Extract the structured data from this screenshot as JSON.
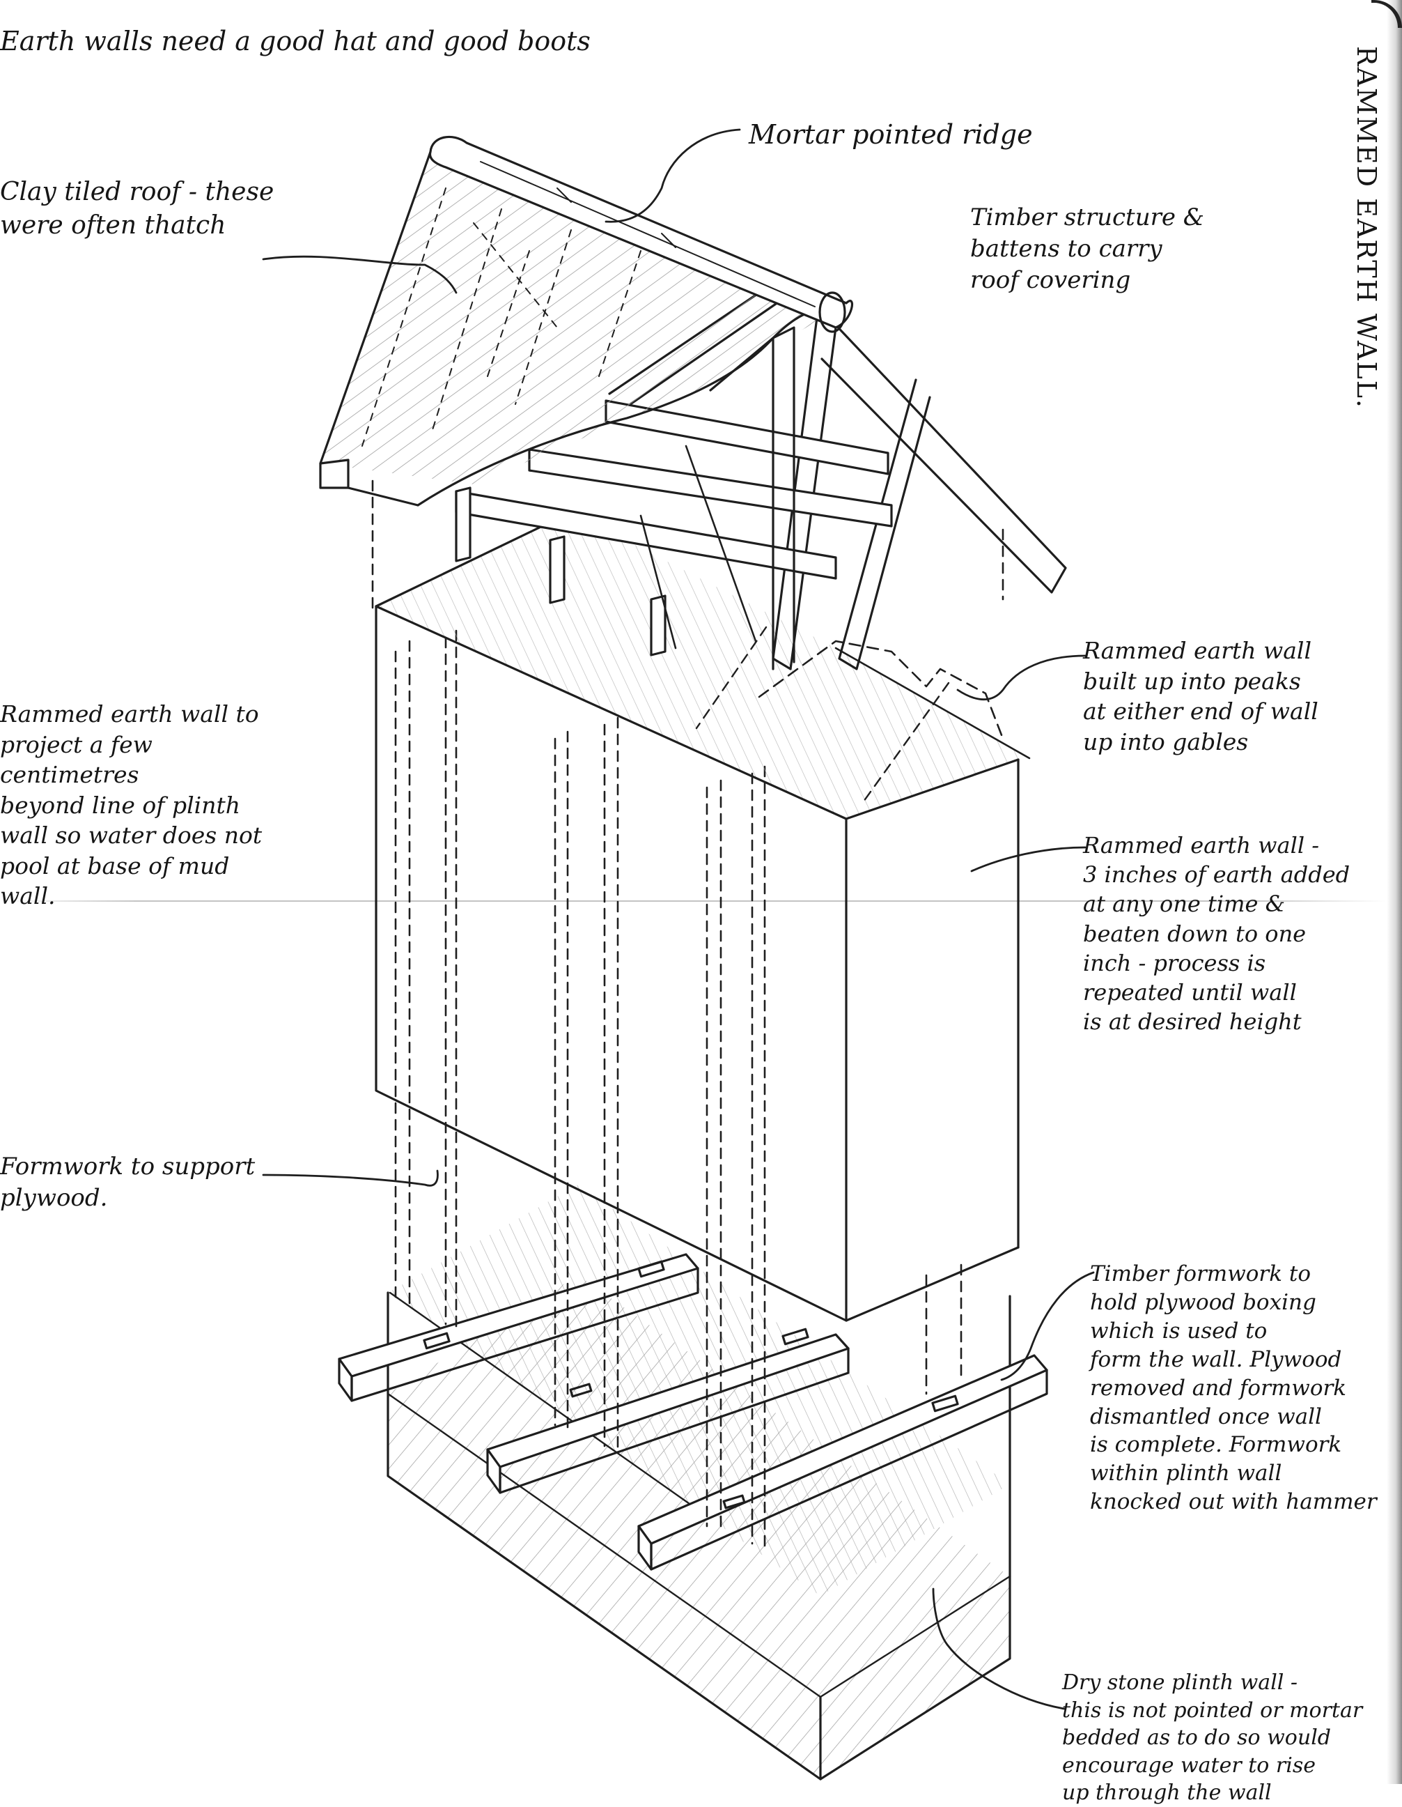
{
  "page_title": "RAMMED EARTH WALL.",
  "heading": "Earth walls need a good hat and good boots",
  "notes": {
    "ridge": "Mortar pointed ridge",
    "roof": "Clay tiled roof - these\nwere often thatch",
    "timber": "Timber structure &\nbattens to carry\nroof covering",
    "peaks": "Rammed earth wall\nbuilt up into peaks\nat either end of wall\nup into gables",
    "project": "Rammed earth wall to\nproject a few centimetres\nbeyond line of plinth\nwall so water does not\npool at base of mud\nwall.",
    "layers": "Rammed earth wall -\n3 inches of earth added\nat any one time &\nbeaten down to one\ninch - process is\nrepeated until wall\nis at desired height",
    "support": "Formwork to support\nplywood.",
    "formwork": "Timber formwork to\nhold plywood boxing\nwhich is used to\nform the wall. Plywood\nremoved and formwork\ndismantled once wall\nis complete. Formwork\nwithin plinth wall\nknocked out with hammer",
    "plinth": "Dry stone plinth wall -\nthis is not pointed or mortar\nbedded as to do so would\nencourage water to rise\nup through the wall"
  }
}
